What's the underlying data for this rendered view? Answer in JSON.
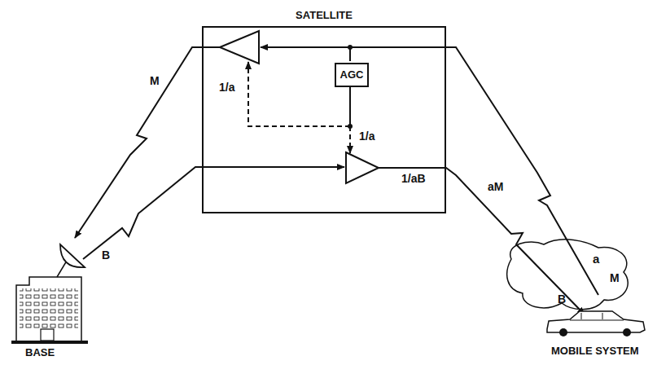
{
  "diagram": {
    "nodes": [
      {
        "text": [
          "SATELLITE"
        ]
      },
      {
        "text": [
          "AGC"
        ],
        "in": 0
      },
      {
        "text": [
          "a"
        ]
      }
    ],
    "labels": [
      "M",
      "B",
      "1/a",
      "1/a",
      "aM",
      "1/aB",
      "M",
      "B",
      "BASE",
      "MOBILE SYSTEM"
    ]
  }
}
